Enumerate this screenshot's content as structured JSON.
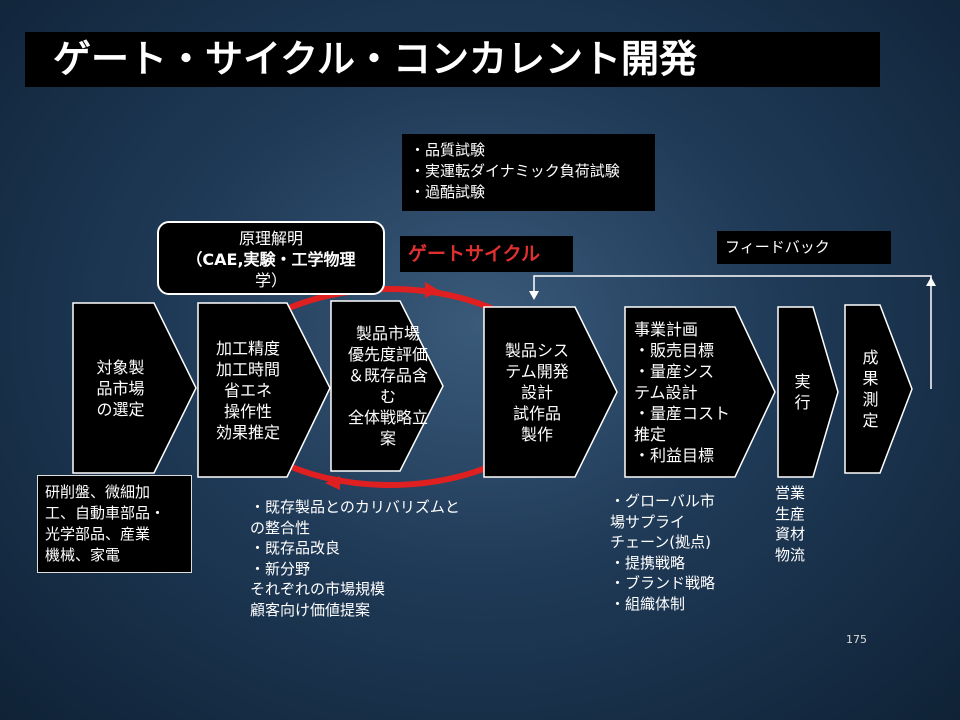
{
  "title": "ゲート・サイクル・コンカレント開発",
  "tests": [
    "・品質試験",
    "・実運転ダイナミック負荷試験",
    "・過酷試験"
  ],
  "principle": {
    "line1": "原理解明",
    "line2": "（CAE,実験・工学物理",
    "line3": "学）"
  },
  "gate_cycle_label": "ゲートサイクル",
  "feedback_label": "フィードバック",
  "stages": {
    "s1": [
      "対象製",
      "品市場",
      "の選定"
    ],
    "s2": [
      "加工精度",
      "加工時間",
      "省エネ",
      "操作性",
      "効果推定"
    ],
    "s3": [
      "製品市場",
      "優先度評価",
      "＆既存品含",
      "む",
      "全体戦略立",
      "案"
    ],
    "s4": [
      "製品シス",
      "テム開発",
      "設計",
      "試作品",
      "製作"
    ],
    "s5": [
      "事業計画",
      "・販売目標",
      "・量産シス",
      "テム設計",
      "・量産コスト",
      "推定",
      "・利益目標"
    ],
    "s6": [
      "実",
      "行"
    ],
    "s7": [
      "成",
      "果",
      "測",
      "定"
    ]
  },
  "markets": [
    "研削盤、微細加",
    "工、自動車部品・",
    "光学部品、産業",
    "機械、家電"
  ],
  "note_market": [
    "・既存製品とのカリバリズムと",
    "の整合性",
    "・既存品改良",
    "・新分野",
    "それぞれの市場規模",
    "顧客向け価値提案"
  ],
  "note_global": [
    "・グローバル市",
    "場サプライ",
    "チェーン(拠点)",
    "・提携戦略",
    "・ブランド戦略",
    "・組織体制"
  ],
  "note_exec": [
    "営業",
    "生産",
    "資材",
    "物流"
  ],
  "page_number": "175",
  "colors": {
    "accent_red": "#e02020",
    "background": "#1f3a57"
  }
}
